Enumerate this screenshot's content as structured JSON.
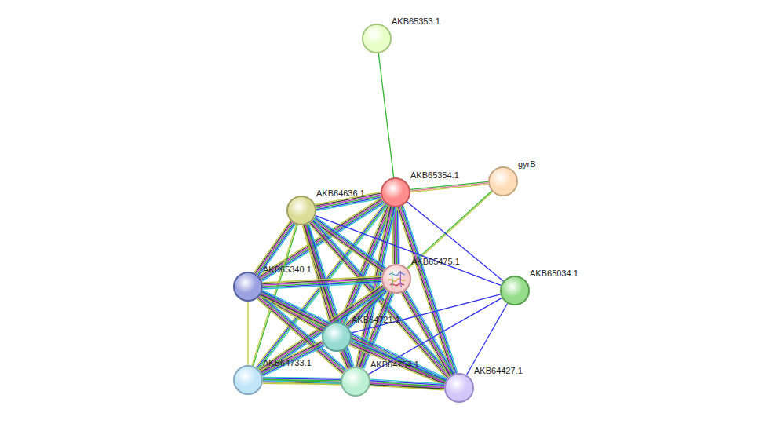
{
  "diagram": {
    "nodes": [
      {
        "text": [
          "AKB65353.1"
        ]
      },
      {
        "text": [
          "AKB65354.1"
        ]
      },
      {
        "text": [
          "gyrB"
        ]
      },
      {
        "text": [
          "AKB64636.1"
        ]
      },
      {
        "text": [
          "AKB65475.1"
        ]
      },
      {
        "text": [
          "AKB65340.1"
        ]
      },
      {
        "text": [
          "AKB65034.1"
        ]
      },
      {
        "text": [
          "AKB64721.1"
        ]
      },
      {
        "text": [
          "AKB64733.1"
        ]
      },
      {
        "text": [
          "AKB64754.1"
        ]
      },
      {
        "text": [
          "AKB64427.1"
        ]
      }
    ],
    "edges": [
      {
        "from": 0,
        "to": 1,
        "arrow": "none"
      },
      {
        "from": 1,
        "to": 2,
        "arrow": "none"
      },
      {
        "from": 4,
        "to": 2,
        "arrow": "none"
      },
      {
        "from": 1,
        "to": 3,
        "arrow": "none"
      },
      {
        "from": 1,
        "to": 4,
        "arrow": "none"
      },
      {
        "from": 1,
        "to": 5,
        "arrow": "none"
      },
      {
        "from": 1,
        "to": 7,
        "arrow": "none"
      },
      {
        "from": 1,
        "to": 8,
        "arrow": "none"
      },
      {
        "from": 1,
        "to": 9,
        "arrow": "none"
      },
      {
        "from": 1,
        "to": 10,
        "arrow": "none"
      },
      {
        "from": 1,
        "to": 6,
        "arrow": "none"
      },
      {
        "from": 3,
        "to": 5,
        "arrow": "none"
      },
      {
        "from": 3,
        "to": 4,
        "arrow": "none"
      },
      {
        "from": 3,
        "to": 7,
        "arrow": "none"
      },
      {
        "from": 3,
        "to": 9,
        "arrow": "none"
      },
      {
        "from": 3,
        "to": 10,
        "arrow": "none"
      },
      {
        "from": 3,
        "to": 6,
        "arrow": "none"
      },
      {
        "from": 3,
        "to": 8,
        "arrow": "none"
      },
      {
        "from": 4,
        "to": 5,
        "arrow": "none"
      },
      {
        "from": 4,
        "to": 7,
        "arrow": "none"
      },
      {
        "from": 4,
        "to": 8,
        "arrow": "none"
      },
      {
        "from": 4,
        "to": 9,
        "arrow": "none"
      },
      {
        "from": 4,
        "to": 10,
        "arrow": "none"
      },
      {
        "from": 5,
        "to": 7,
        "arrow": "none"
      },
      {
        "from": 5,
        "to": 9,
        "arrow": "none"
      },
      {
        "from": 5,
        "to": 10,
        "arrow": "none"
      },
      {
        "from": 5,
        "to": 8,
        "arrow": "none"
      },
      {
        "from": 7,
        "to": 8,
        "arrow": "none"
      },
      {
        "from": 7,
        "to": 9,
        "arrow": "none"
      },
      {
        "from": 7,
        "to": 10,
        "arrow": "none"
      },
      {
        "from": 8,
        "to": 9,
        "arrow": "none"
      },
      {
        "from": 8,
        "to": 10,
        "arrow": "none"
      },
      {
        "from": 9,
        "to": 10,
        "arrow": "none"
      },
      {
        "from": 6,
        "to": 7,
        "arrow": "none"
      },
      {
        "from": 6,
        "to": 9,
        "arrow": "none"
      },
      {
        "from": 6,
        "to": 10,
        "arrow": "none"
      }
    ]
  }
}
